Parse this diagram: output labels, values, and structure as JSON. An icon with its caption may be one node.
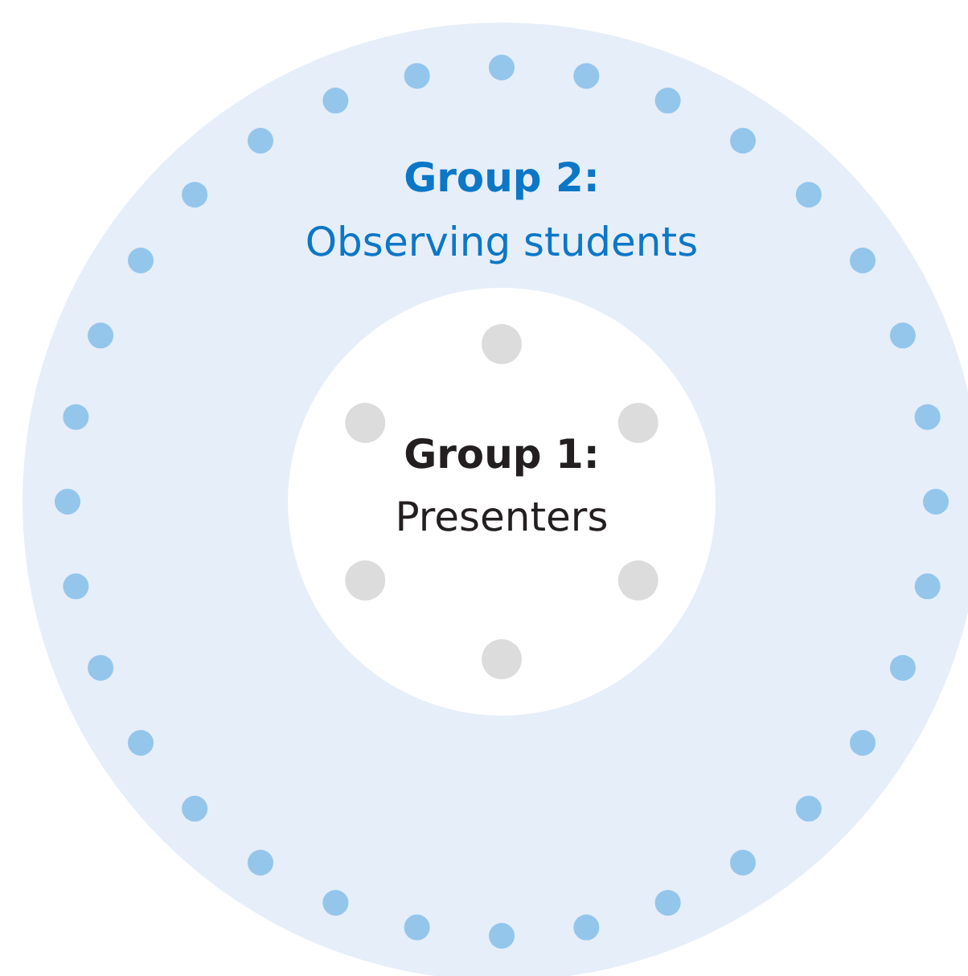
{
  "diagram": {
    "nodes": [
      {
        "text": [
          "Group 2:",
          "Observing students"
        ]
      },
      {
        "text": [
          "Group 1:",
          "Presenters"
        ],
        "in": 0
      }
    ]
  }
}
